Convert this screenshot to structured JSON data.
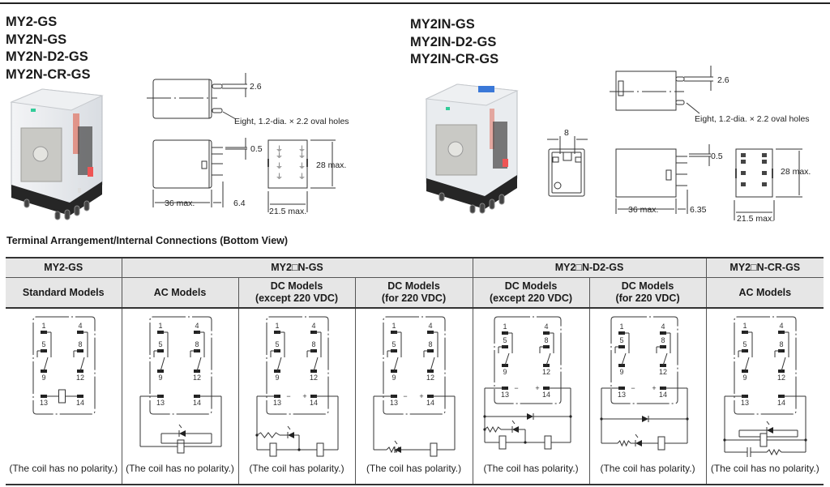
{
  "left_block": {
    "models": [
      "MY2-GS",
      "MY2N-GS",
      "MY2N-D2-GS",
      "MY2N-CR-GS"
    ],
    "photo": "relay-photo-clear-red-indicator",
    "dims": {
      "pin_pitch": "2.6",
      "holes_note": "Eight, 1.2-dia. × 2.2 oval holes",
      "pin_thickness": "0.5",
      "height": "28 max.",
      "length": "36 max.",
      "pin_length": "6.4",
      "width": "21.5 max."
    }
  },
  "right_block": {
    "models": [
      "MY2IN-GS",
      "MY2IN-D2-GS",
      "MY2IN-CR-GS"
    ],
    "photo": "relay-photo-clear-blue-button",
    "dims": {
      "front_width": "8",
      "pin_pitch": "2.6",
      "holes_note": "Eight, 1.2-dia. × 2.2 oval holes",
      "pin_thickness": "0.5",
      "height": "28 max.",
      "length": "36 max.",
      "pin_length": "6.35",
      "width": "21.5 max."
    }
  },
  "section_title": "Terminal Arrangement/Internal Connections (Bottom View)",
  "table": {
    "groups": [
      {
        "label": "MY2-GS",
        "span": 1
      },
      {
        "label": "MY2□N-GS",
        "span": 3
      },
      {
        "label": "MY2□N-D2-GS",
        "span": 2
      },
      {
        "label": "MY2□N-CR-GS",
        "span": 1
      }
    ],
    "columns": [
      {
        "line1": "Standard Models",
        "line2": "",
        "type": "standard",
        "note": "(The coil has no polarity.)"
      },
      {
        "line1": "AC Models",
        "line2": "",
        "type": "ac-led",
        "note": "(The coil has no polarity.)"
      },
      {
        "line1": "DC Models",
        "line2": "(except 220 VDC)",
        "type": "dc-led",
        "note": "(The coil has polarity.)"
      },
      {
        "line1": "DC Models",
        "line2": "(for 220 VDC)",
        "type": "dc220-led",
        "note": "(The coil has polarity.)"
      },
      {
        "line1": "DC Models",
        "line2": "(except 220 VDC)",
        "type": "dc-led-diode",
        "note": "(The coil has polarity.)"
      },
      {
        "line1": "DC Models",
        "line2": "(for 220 VDC)",
        "type": "dc220-led-diode",
        "note": "(The coil has polarity.)"
      },
      {
        "line1": "AC Models",
        "line2": "",
        "type": "ac-led-cr",
        "note": "(The coil has no polarity.)"
      }
    ],
    "terminals": [
      "1",
      "4",
      "5",
      "8",
      "9",
      "12",
      "13",
      "14"
    ],
    "polarity": {
      "minus": "−",
      "plus": "+"
    }
  }
}
